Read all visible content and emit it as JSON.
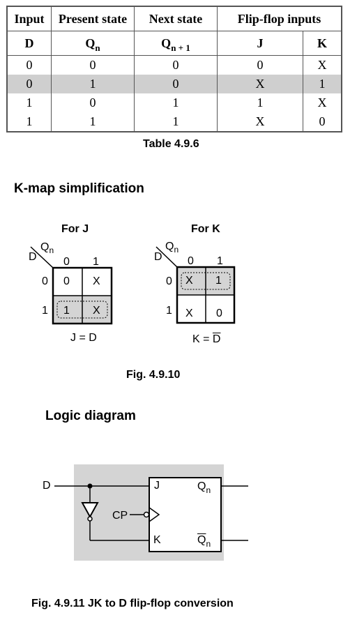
{
  "table": {
    "header_top": [
      "Input",
      "Present state",
      "Next state",
      "Flip-flop inputs"
    ],
    "header_sub": {
      "d": "D",
      "qn": "Q",
      "qn_sub": "n",
      "qn1": "Q",
      "qn1_sub": "n + 1",
      "j": "J",
      "k": "K"
    },
    "rows": [
      [
        "0",
        "0",
        "0",
        "0",
        "X"
      ],
      [
        "0",
        "1",
        "0",
        "X",
        "1"
      ],
      [
        "1",
        "0",
        "1",
        "1",
        "X"
      ],
      [
        "1",
        "1",
        "1",
        "X",
        "0"
      ]
    ],
    "highlight_color": "#cfcfcf",
    "caption": "Table 4.9.6"
  },
  "kmap_heading": "K-map simplification",
  "kmap_j": {
    "title": "For J",
    "var_row": "D",
    "var_col": "Q",
    "var_col_sub": "n",
    "col_labels": [
      "0",
      "1"
    ],
    "row_labels": [
      "0",
      "1"
    ],
    "cells": [
      [
        "0",
        "X"
      ],
      [
        "1",
        "X"
      ]
    ],
    "equation": "J = D"
  },
  "kmap_k": {
    "title": "For K",
    "var_row": "D",
    "var_col": "Q",
    "var_col_sub": "n",
    "col_labels": [
      "0",
      "1"
    ],
    "row_labels": [
      "0",
      "1"
    ],
    "cells": [
      [
        "X",
        "1"
      ],
      [
        "X",
        "0"
      ]
    ],
    "equation_left": "K = ",
    "equation_bar": "D"
  },
  "fig_kmap_caption": "Fig. 4.9.10",
  "logic_heading": "Logic diagram",
  "logic": {
    "input_d": "D",
    "cp": "CP",
    "j": "J",
    "k": "K",
    "q": "Q",
    "q_sub": "n",
    "qbar": "Q",
    "qbar_sub": "n",
    "background": "#d4d4d4"
  },
  "fig_logic_caption": "Fig. 4.9.11 JK to D flip-flop conversion"
}
